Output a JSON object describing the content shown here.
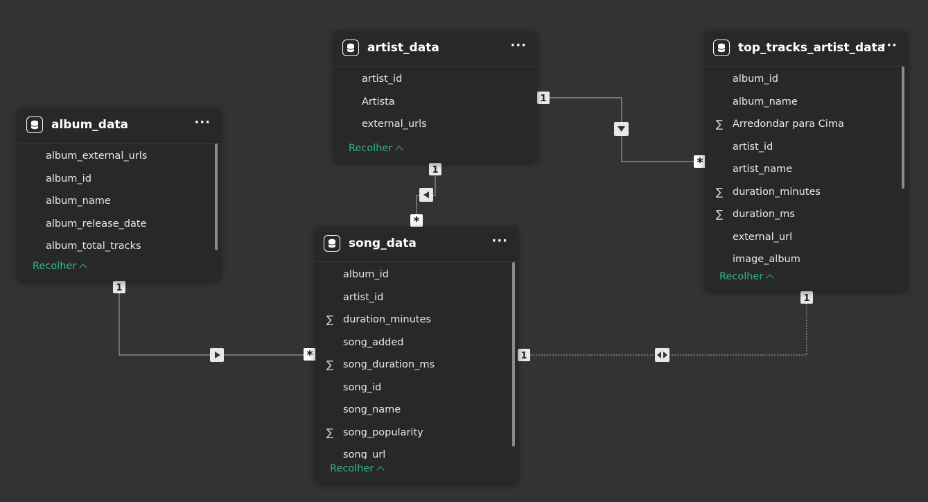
{
  "tables": {
    "album_data": {
      "title": "album_data",
      "fields": [
        {
          "name": "album_external_urls",
          "measure": false
        },
        {
          "name": "album_id",
          "measure": false
        },
        {
          "name": "album_name",
          "measure": false
        },
        {
          "name": "album_release_date",
          "measure": false
        },
        {
          "name": "album_total_tracks",
          "measure": false
        }
      ],
      "collapse_label": "Recolher"
    },
    "artist_data": {
      "title": "artist_data",
      "fields": [
        {
          "name": "artist_id",
          "measure": false
        },
        {
          "name": "Artista",
          "measure": false
        },
        {
          "name": "external_urls",
          "measure": false
        }
      ],
      "collapse_label": "Recolher"
    },
    "song_data": {
      "title": "song_data",
      "fields": [
        {
          "name": "album_id",
          "measure": false
        },
        {
          "name": "artist_id",
          "measure": false
        },
        {
          "name": "duration_minutes",
          "measure": true
        },
        {
          "name": "song_added",
          "measure": false
        },
        {
          "name": "song_duration_ms",
          "measure": true
        },
        {
          "name": "song_id",
          "measure": false
        },
        {
          "name": "song_name",
          "measure": false
        },
        {
          "name": "song_popularity",
          "measure": true
        },
        {
          "name": "song_url",
          "measure": false
        }
      ],
      "collapse_label": "Recolher"
    },
    "top_tracks_artist_data": {
      "title": "top_tracks_artist_data",
      "fields": [
        {
          "name": "album_id",
          "measure": false
        },
        {
          "name": "album_name",
          "measure": false
        },
        {
          "name": "Arredondar para Cima",
          "measure": true
        },
        {
          "name": "artist_id",
          "measure": false
        },
        {
          "name": "artist_name",
          "measure": false
        },
        {
          "name": "duration_minutes",
          "measure": true
        },
        {
          "name": "duration_ms",
          "measure": true
        },
        {
          "name": "external_url",
          "measure": false
        },
        {
          "name": "image_album",
          "measure": false
        }
      ],
      "collapse_label": "Recolher"
    }
  },
  "menu_glyph": "···",
  "sigma_glyph": "∑",
  "relationships": {
    "one_label": "1",
    "many_label": "*"
  },
  "colors": {
    "canvas": "#333333",
    "card": "#282828",
    "accent": "#34b38a",
    "line": "#9a9a9a"
  }
}
